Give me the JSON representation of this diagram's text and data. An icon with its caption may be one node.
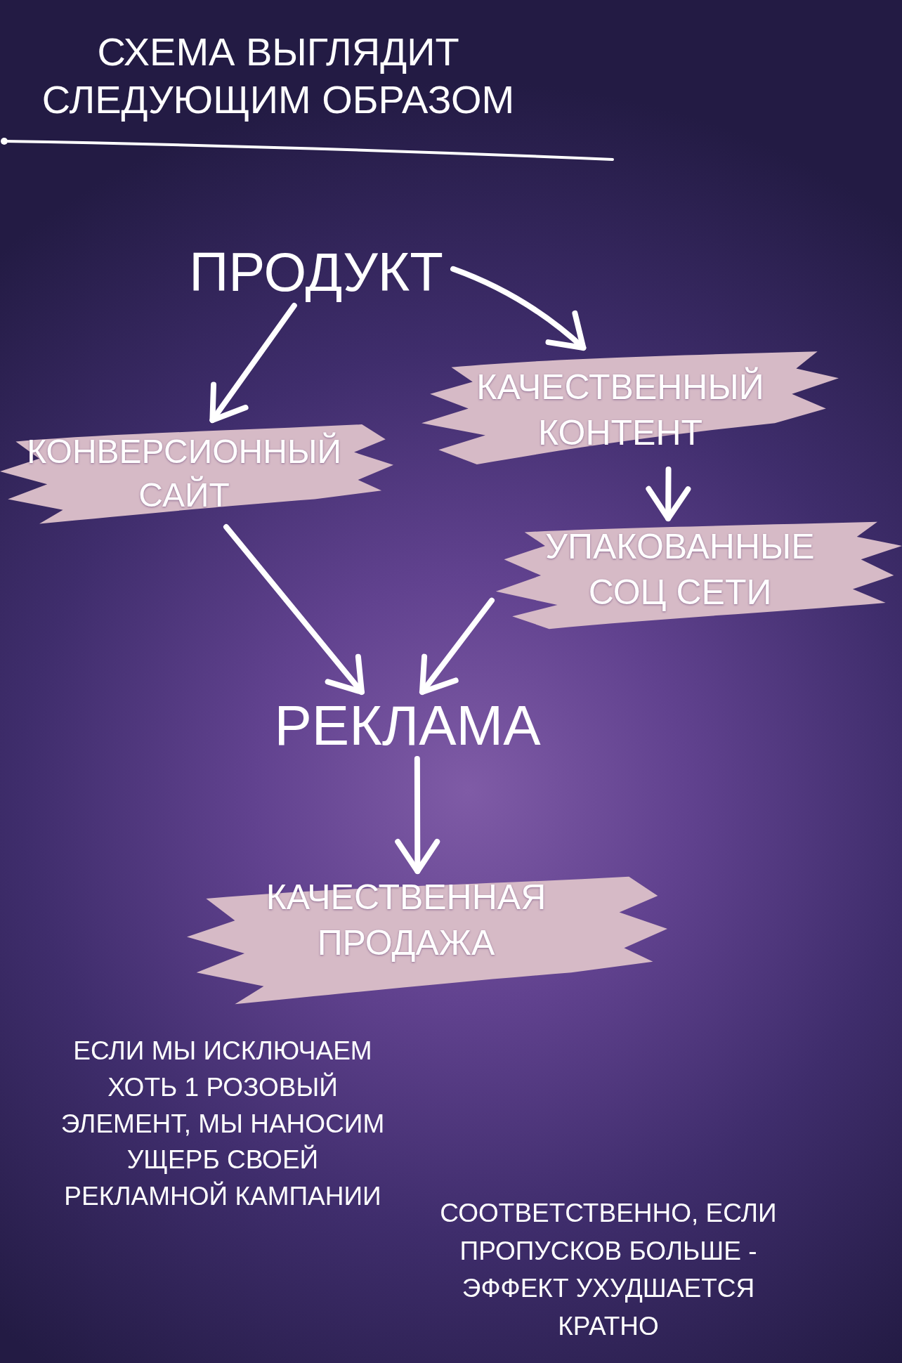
{
  "diagram": {
    "title": "СХЕМА ВЫГЛЯДИТ СЛЕДУЮЩИМ ОБРАЗОМ",
    "nodes": [
      {
        "text": [
          "ПРОДУКТ"
        ]
      },
      {
        "text": [
          "КАЧЕСТВЕННЫЙ КОНТЕНТ"
        ]
      },
      {
        "text": [
          "КОНВЕРСИОННЫЙ САЙТ"
        ]
      },
      {
        "text": [
          "УПАКОВАННЫЕ СОЦ СЕТИ"
        ]
      },
      {
        "text": [
          "РЕКЛАМА"
        ]
      },
      {
        "text": [
          "КАЧЕСТВЕННАЯ ПРОДАЖА"
        ]
      }
    ],
    "edges": [
      {
        "from": 0,
        "to": 1,
        "arrow": "to"
      },
      {
        "from": 0,
        "to": 2,
        "arrow": "to"
      },
      {
        "from": 1,
        "to": 3,
        "arrow": "to"
      },
      {
        "from": 2,
        "to": 4,
        "arrow": "to"
      },
      {
        "from": 3,
        "to": 4,
        "arrow": "to"
      },
      {
        "from": 4,
        "to": 5,
        "arrow": "to"
      }
    ],
    "labels": [
      "ЕСЛИ МЫ ИСКЛЮЧАЕМ ХОТЬ 1 РОЗОВЫЙ ЭЛЕМЕНТ, МЫ НАНОСИМ УЩЕРБ СВОЕЙ РЕКЛАМНОЙ КАМПАНИИ",
      "СООТВЕТСТВЕННО, ЕСЛИ ПРОПУСКОВ БОЛЬШЕ - ЭФФЕКТ УХУДШАЕТСЯ КРАТНО"
    ]
  }
}
